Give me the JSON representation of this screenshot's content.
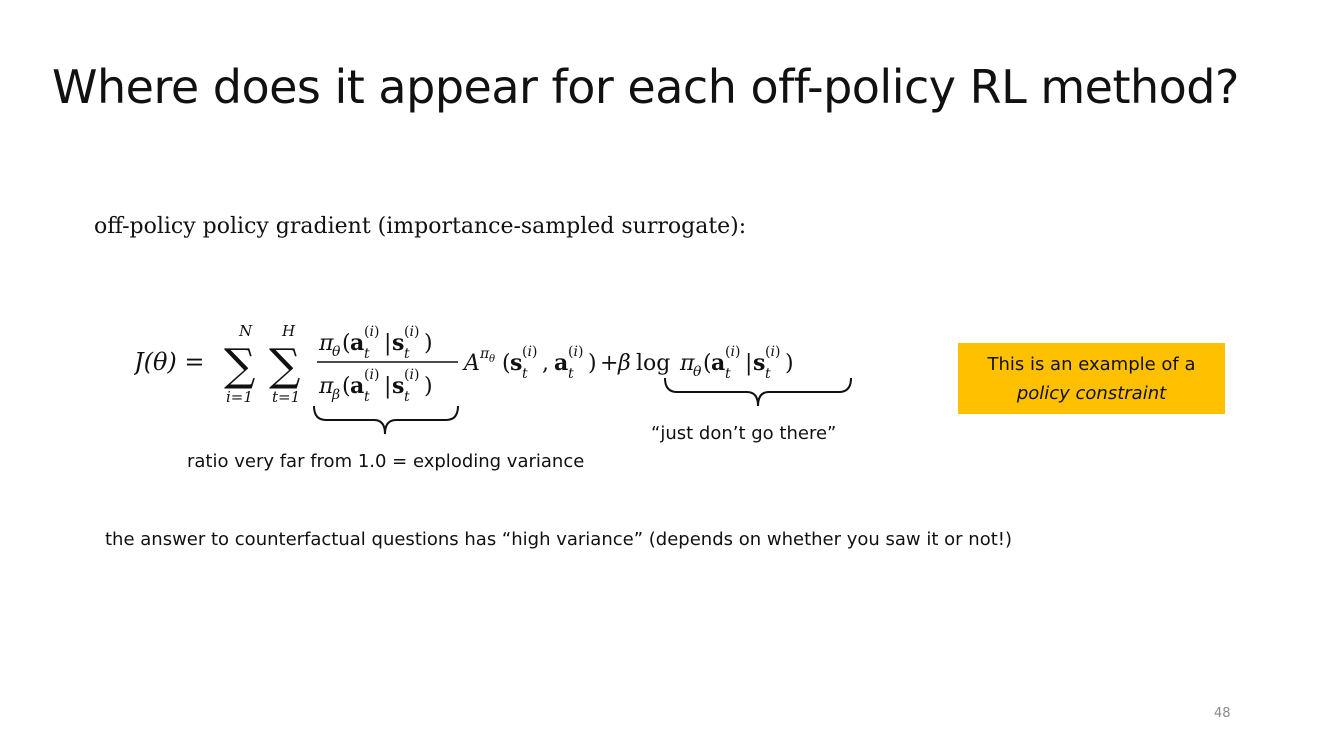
{
  "slide": {
    "title": "Where does it appear for each off-policy RL method?",
    "subtitle": "off-policy policy gradient (importance-sampled surrogate):",
    "equation": {
      "lhs": "J(θ) =",
      "sum1_top": "N",
      "sum1_bottom": "i=1",
      "sum2_top": "H",
      "sum2_bottom": "t=1",
      "numerator": "πθ(at(i)|st(i))",
      "denominator": "πβ(at(i)|st(i))",
      "advantage": "Aπθ(st(i), at(i))",
      "constraint": "+β log πθ(at(i)|st(i))"
    },
    "annotations": {
      "ratio_note": "ratio very far from 1.0 = exploding variance",
      "constraint_note": "“just don’t go there”"
    },
    "callout": {
      "line1": "This is an example of a",
      "line2": "policy constraint",
      "color": "#FFC000"
    },
    "footer_note": "the answer to counterfactual questions has “high variance” (depends on whether you saw it or not!)",
    "page_number": "48"
  }
}
